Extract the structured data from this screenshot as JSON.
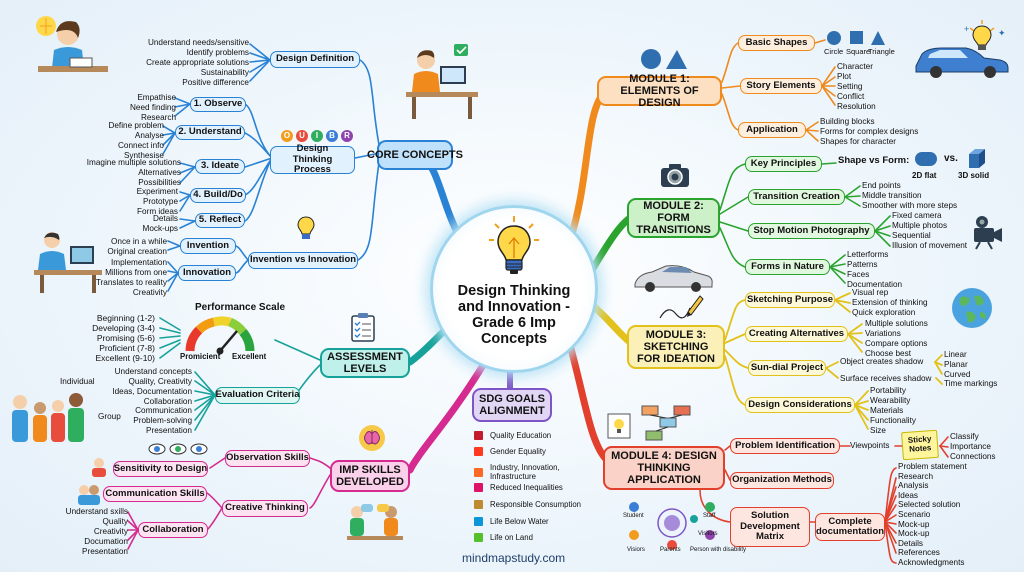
{
  "center": {
    "title": "Design Thinking and Innovation - Grade 6 Imp Concepts"
  },
  "footer": "mindmapstudy.com",
  "core": {
    "title": "CORE CONCEPTS",
    "design_definition": {
      "label": "Design Definition",
      "items": [
        "Understand needs/sensitive",
        "Identify problems",
        "Create appropriate solutions",
        "Sustainability",
        "Positive difference"
      ]
    },
    "process": {
      "label": "Design Thinking Process",
      "letters": [
        "O",
        "U",
        "I",
        "B",
        "R"
      ],
      "steps": [
        {
          "label": "1. Observe",
          "items": [
            "Empathise",
            "Need finding",
            "Research"
          ]
        },
        {
          "label": "2. Understand",
          "items": [
            "Define problem",
            "Analyse",
            "Connect info",
            "Synthesise"
          ]
        },
        {
          "label": "3. Ideate",
          "items": [
            "Imagine multiple solutions",
            "Alternatives",
            "Possibilities"
          ]
        },
        {
          "label": "4. Build/Do",
          "items": [
            "Experiment",
            "Prototype",
            "Form ideas"
          ]
        },
        {
          "label": "5. Reflect",
          "items": [
            "Details",
            "Mock-ups"
          ]
        }
      ]
    },
    "inv": {
      "label": "Invention vs Innovation",
      "invention": {
        "label": "Invention",
        "items": [
          "Once in a while",
          "Original creation"
        ]
      },
      "innovation": {
        "label": "Innovation",
        "items": [
          "Implementation",
          "Millions from one",
          "Translates to reality",
          "Creativity"
        ]
      }
    }
  },
  "assessment": {
    "title": "ASSESSMENT LEVELS",
    "scale_title": "Performance Scale",
    "levels": [
      "Beginning (1-2)",
      "Developing (3-4)",
      "Promising (5-6)",
      "Proficient (7-8)",
      "Excellent (9-10)"
    ],
    "gauge_labels": [
      "Promicient",
      "Excellent"
    ],
    "criteria": {
      "label": "Evaluation Criteria",
      "individual_label": "Individual",
      "group_label": "Group",
      "individual": [
        "Understand concepts",
        "Quality, Creativity",
        "Ideas, Documentation",
        "Collaboration"
      ],
      "group": [
        "Communication",
        "Problem-solving",
        "Presentation"
      ]
    }
  },
  "skills": {
    "title": "IMP SKILLS DEVELOPED",
    "observation": {
      "label": "Observation Skills",
      "sub": "Sensitivity to Design"
    },
    "creative": {
      "label": "Creative Thinking",
      "communication": "Communication Skills",
      "collaboration": "Collaboration",
      "collab_items": [
        "Understand sxills",
        "Quality",
        "Creativity",
        "Documation",
        "Presentation"
      ]
    }
  },
  "sdg": {
    "title": "SDG GOALS ALIGNMENT",
    "items": [
      {
        "label": "Quality Education",
        "color": "#c5192d"
      },
      {
        "label": "Gender Equality",
        "color": "#ff3a21"
      },
      {
        "label": "Industry, Innovation, Infrastructure",
        "color": "#fd6925"
      },
      {
        "label": "Reduced Inequalities",
        "color": "#dd1367"
      },
      {
        "label": "Responsible Consumption",
        "color": "#bf8b2e"
      },
      {
        "label": "Life Below Water",
        "color": "#0a97d9"
      },
      {
        "label": "Life on Land",
        "color": "#56c02b"
      }
    ]
  },
  "m1": {
    "title": "MODULE 1: ELEMENTS OF DESIGN",
    "basic_shapes": {
      "label": "Basic Shapes",
      "shapes": [
        "Circle",
        "Square",
        "Triangle"
      ]
    },
    "story": {
      "label": "Story Elements",
      "items": [
        "Character",
        "Plot",
        "Setting",
        "Conflict",
        "Resolution"
      ]
    },
    "application": {
      "label": "Application",
      "items": [
        "Building blocks",
        "Forms for complex designs",
        "Shapes for character"
      ]
    }
  },
  "m2": {
    "title": "MODULE 2: FORM TRANSITIONS",
    "principles": {
      "label": "Key Principles",
      "text": "Shape vs Form:",
      "vs": "vs.",
      "flat": "2D flat",
      "solid": "3D solid"
    },
    "transition": {
      "label": "Transition Creation",
      "items": [
        "End points",
        "Middle transition",
        "Smoother with more steps"
      ]
    },
    "stop_motion": {
      "label": "Stop Motion Photography",
      "items": [
        "Fixed camera",
        "Multiple photos",
        "Sequential",
        "Illusion of movement"
      ]
    },
    "nature": {
      "label": "Forms in Nature",
      "items": [
        "Letterforms",
        "Patterns",
        "Faces",
        "Documentation"
      ]
    }
  },
  "m3": {
    "title": "MODULE 3: SKETCHING FOR IDEATION",
    "purpose": {
      "label": "Sketching Purpose",
      "items": [
        "Visual rep",
        "Extension of thinking",
        "Quick exploration"
      ]
    },
    "alternatives": {
      "label": "Creating Alternatives",
      "items": [
        "Multiple solutions",
        "Variations",
        "Compare options",
        "Choose best"
      ]
    },
    "sundial": {
      "label": "Sun-dial Project",
      "shadow1": "Object creates shadow",
      "shadow1_items": [
        "Linear",
        "Planar",
        "Curved"
      ],
      "shadow2": "Surface receives shadow",
      "shadow2_items": [
        "Time markings"
      ]
    },
    "considerations": {
      "label": "Design Considerations",
      "items": [
        "Portability",
        "Wearability",
        "Materials",
        "Functionality",
        "Size"
      ]
    }
  },
  "m4": {
    "title": "MODULE 4: DESIGN THINKING APPLICATION",
    "problem": {
      "label": "Problem Identification",
      "viewpoints": "Viewpoints",
      "sticky": "Sticky Notes",
      "items": [
        "Classify",
        "Importance",
        "Connections"
      ]
    },
    "organization": {
      "label": "Organization Methods"
    },
    "matrix": {
      "label": "Solution Development Matrix",
      "complete": "Complete documentation",
      "items": [
        "Problem statement",
        "Research",
        "Analysis",
        "Ideas",
        "Selected solution",
        "Scenario",
        "Mock-up",
        "Mock-up",
        "Details",
        "References",
        "Acknowledgments"
      ]
    },
    "viewpoint_people": [
      "Student",
      "Staff",
      "Visitors",
      "Visiors",
      "Parents",
      "Person with disability"
    ]
  }
}
